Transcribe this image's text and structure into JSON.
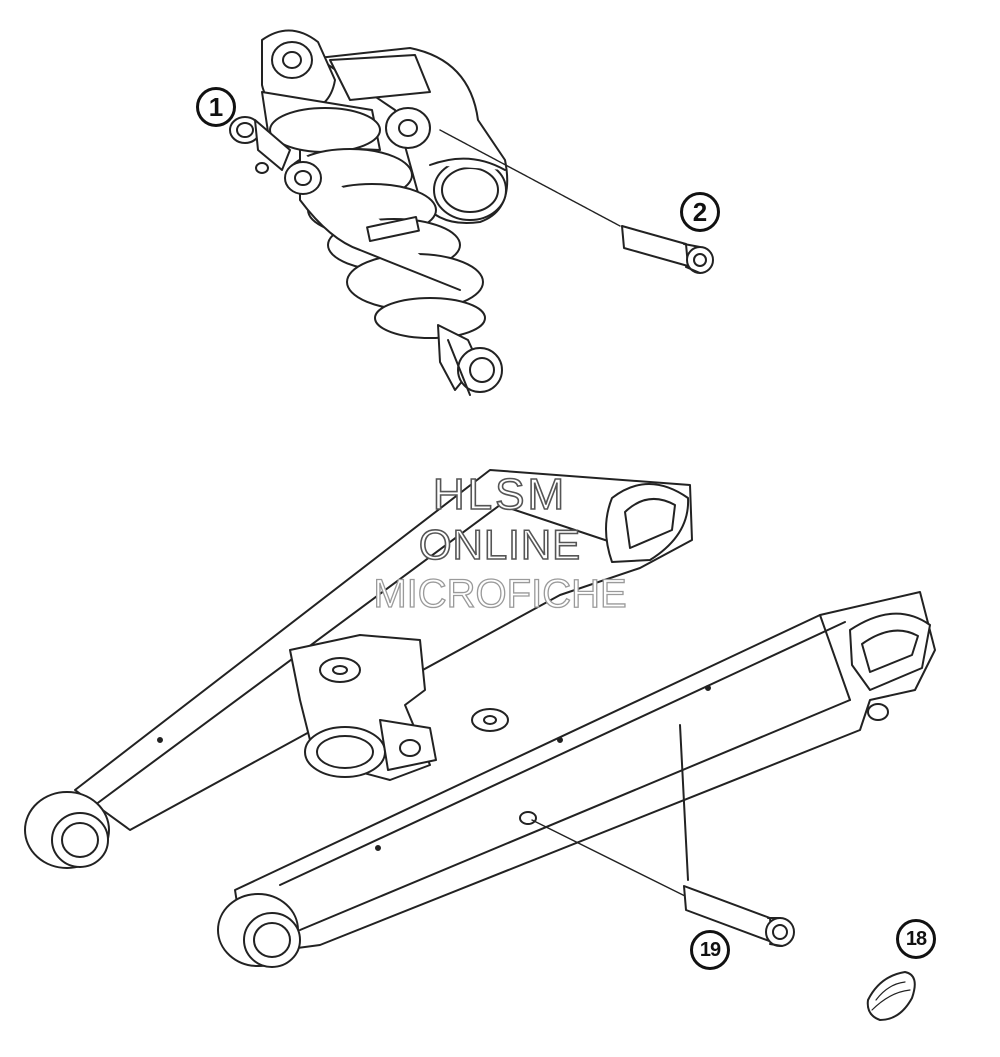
{
  "callouts": {
    "shock_absorber": "1",
    "shock_bolt": "2",
    "swingarm_pivot_bolt": "19",
    "chain_slider_cap": "18"
  },
  "watermark": {
    "line1": "HLSM",
    "line2": "ONLINE",
    "line3": "MICROFICHE"
  },
  "colors": {
    "line": "#222222",
    "watermark_outline": "#555555"
  }
}
